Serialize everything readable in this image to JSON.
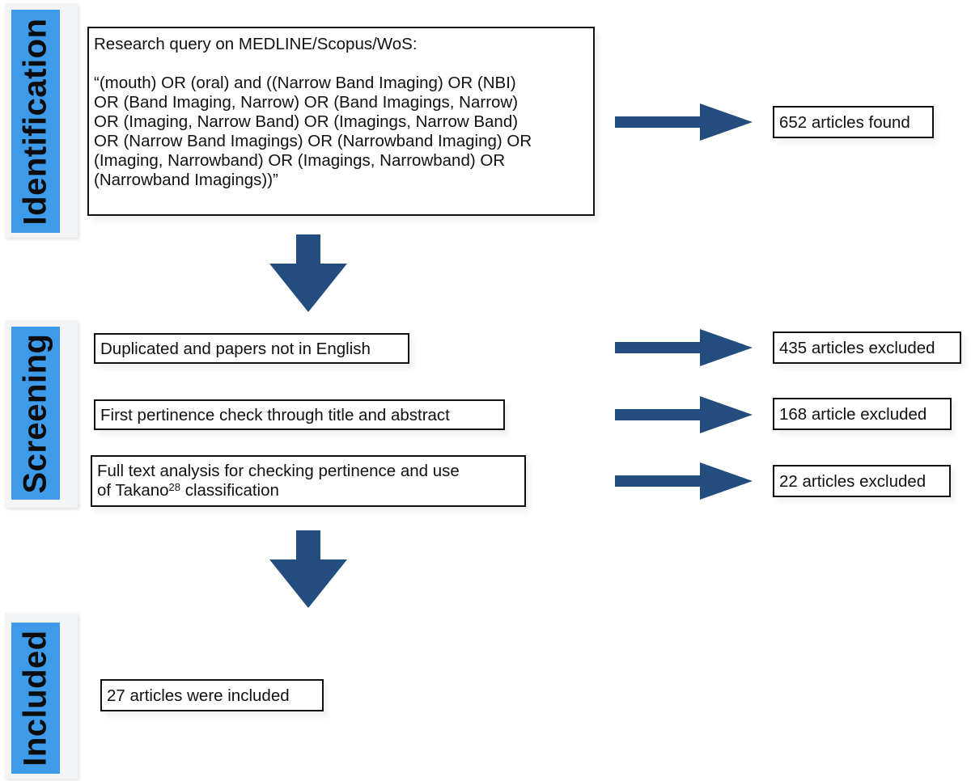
{
  "colors": {
    "accent": "#3d9be9",
    "arrow": "#234d7e"
  },
  "stages": {
    "identification": "Identification",
    "screening": "Screening",
    "included": "Included"
  },
  "identification": {
    "query_title": "Research query on MEDLINE/Scopus/WoS:",
    "query_lines": [
      "“(mouth) OR (oral) and ((Narrow Band Imaging) OR (NBI)",
      "OR (Band Imaging, Narrow) OR (Band Imagings, Narrow)",
      "OR (Imaging, Narrow Band) OR (Imagings, Narrow Band)",
      "OR (Narrow Band Imagings) OR (Narrowband Imaging) OR",
      "(Imaging, Narrowband) OR (Imagings, Narrowband) OR",
      "(Narrowband Imagings))”"
    ],
    "result": "652 articles found"
  },
  "screening": {
    "steps": [
      {
        "label": "Duplicated and papers not in English",
        "result": "435 articles excluded"
      },
      {
        "label": "First pertinence check through title and abstract",
        "result": "168 article excluded"
      },
      {
        "label_line1": "Full text analysis for checking pertinence and use",
        "label_line2_pre": "of Takano",
        "label_sup": "28",
        "label_line2_post": " classification",
        "result": "22 articles excluded"
      }
    ]
  },
  "included": {
    "result": "27 articles were included"
  }
}
